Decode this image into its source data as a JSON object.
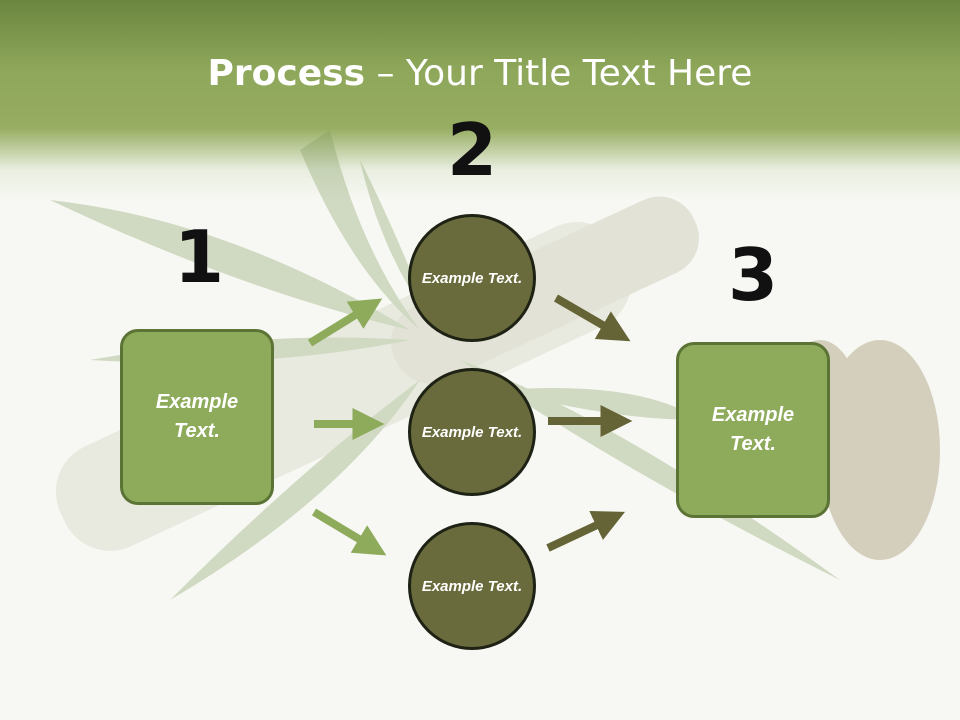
{
  "title": {
    "bold": "Process",
    "rest": " – Your Title Text Here"
  },
  "steps": [
    "1",
    "2",
    "3"
  ],
  "nodes": {
    "left_box": "Example Text.",
    "circle_top": "Example Text.",
    "circle_middle": "Example Text.",
    "circle_bottom": "Example Text.",
    "right_box": "Example Text."
  },
  "colors": {
    "header_green": "#8ea75a",
    "box_fill": "#8eab5c",
    "circle_fill": "#6a6b3c",
    "arrow_light": "#8eab5c",
    "arrow_dark": "#646437"
  }
}
